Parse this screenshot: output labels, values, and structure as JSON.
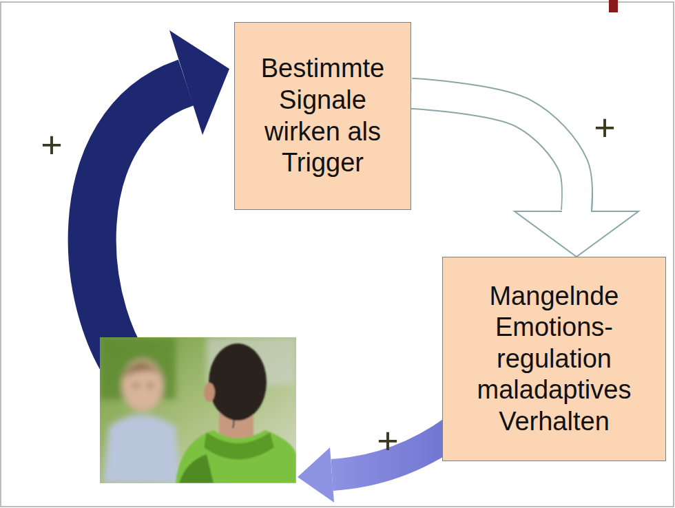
{
  "diagram": {
    "nodes": [
      {
        "text": [
          "Bestimmte Signale wirken als Trigger"
        ]
      },
      {
        "text": [
          "Mangelnde Emotions- regulation maladaptives Verhalten"
        ]
      }
    ],
    "edges": [
      {
        "from": 0,
        "to": 1,
        "arrow": "to",
        "label": "+"
      }
    ],
    "labels": [
      "+",
      "+"
    ]
  }
}
